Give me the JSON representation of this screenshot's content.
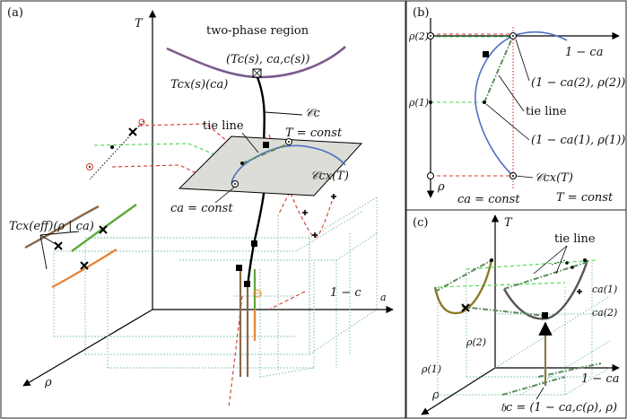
{
  "panels": {
    "a": "(a)",
    "b": "(b)",
    "c": "(c)"
  },
  "a": {
    "axis_T": "T",
    "axis_rho": "ρ",
    "axis_conc": "1 − c",
    "axis_conc_sub": "a",
    "two_phase": "two-phase region",
    "crit_point": "(T",
    "crit_point_full": "(Tc(s), ca,c(s))",
    "tcx_label": "Tcx(s)(ca)",
    "cc_label": "𝒞c",
    "tie_line": "tie line",
    "t_const": "T = const",
    "ccx_label": "𝒞cx(T)",
    "ca_const": "ca = const",
    "teff_label": "Tcx(eff)(ρ | ca)"
  },
  "b": {
    "rho2": "ρ(2)",
    "rho1": "ρ(1)",
    "axis_rho": "ρ",
    "axis_conc": "1 − ca",
    "pt2": "(1 − ca(2), ρ(2))",
    "pt1": "(1 − ca(1), ρ(1))",
    "tie_line": "tie line",
    "ccx_label": "𝒞cx(T)",
    "ca_const": "ca = const",
    "t_const": "T = const"
  },
  "c": {
    "axis_T": "T",
    "axis_rho": "ρ",
    "axis_conc": "1 − ca",
    "tie_line": "tie line",
    "ca1": "ca(1)",
    "ca2": "ca(2)",
    "rho2": "ρ(2)",
    "rho1": "ρ(1)",
    "hc": "𝔥c = (1 − ca,c(ρ), ρ)"
  },
  "colors": {
    "purple": "#7b5a8c",
    "blue": "#4f6fc4",
    "green": "#5fa63c",
    "red": "#d43a2a",
    "teal": "#6fb8a8",
    "brown": "#8a6a4a",
    "orange": "#e8863a",
    "olive": "#8a7a2a",
    "dgreen": "#5d8c5d",
    "lime": "#44d84a",
    "gold": "#8a7a4a",
    "grey": "#555555"
  }
}
